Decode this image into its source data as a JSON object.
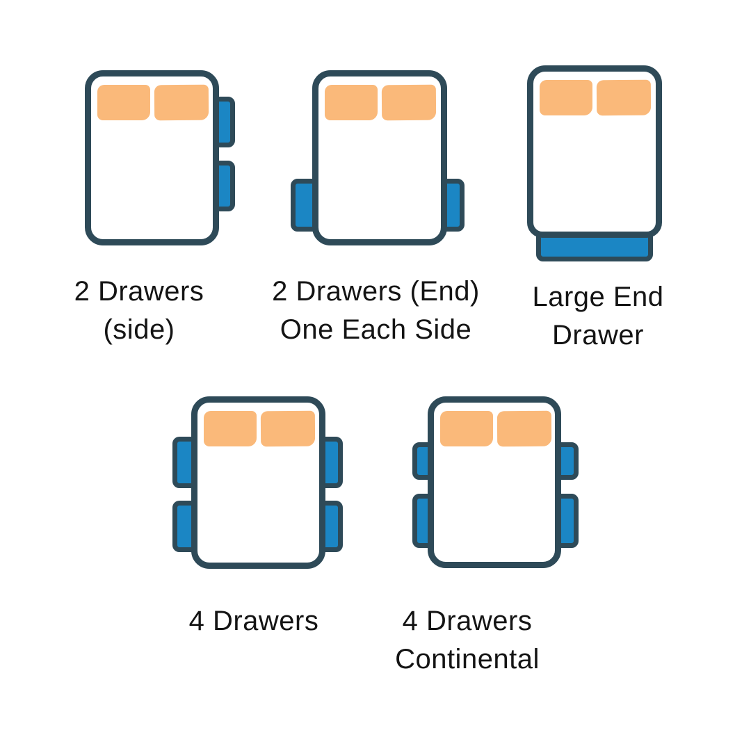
{
  "canvas": {
    "background": "#ffffff"
  },
  "colors": {
    "canvas-bg": "#ffffff",
    "bed-fill": "#ffffff",
    "outline-navy": "#2e4a58",
    "drawer-blue": "#1b86c4",
    "pillow-orange": "#fab97a",
    "label-text": "#141414"
  },
  "diagram": {
    "items": [
      {
        "id": "2-drawers-side",
        "label_line1": "2 Drawers",
        "label_line2": "(side)",
        "drawer_count": 2,
        "drawer_placement": "two drawers on right side"
      },
      {
        "id": "2-drawers-end-one-each-side",
        "label_line1": "2 Drawers (End)",
        "label_line2": "One Each Side",
        "drawer_count": 2,
        "drawer_placement": "one end drawer on each side"
      },
      {
        "id": "large-end-drawer",
        "label_line1": "Large End",
        "label_line2": "Drawer",
        "drawer_count": 1,
        "drawer_placement": "one large drawer at foot end"
      },
      {
        "id": "4-drawers",
        "label_line1": "4 Drawers",
        "label_line2": "",
        "drawer_count": 4,
        "drawer_placement": "two equal drawers each side"
      },
      {
        "id": "4-drawers-continental",
        "label_line1": "4 Drawers",
        "label_line2": "Continental",
        "drawer_count": 4,
        "drawer_placement": "small top and large bottom drawer each side"
      }
    ]
  }
}
